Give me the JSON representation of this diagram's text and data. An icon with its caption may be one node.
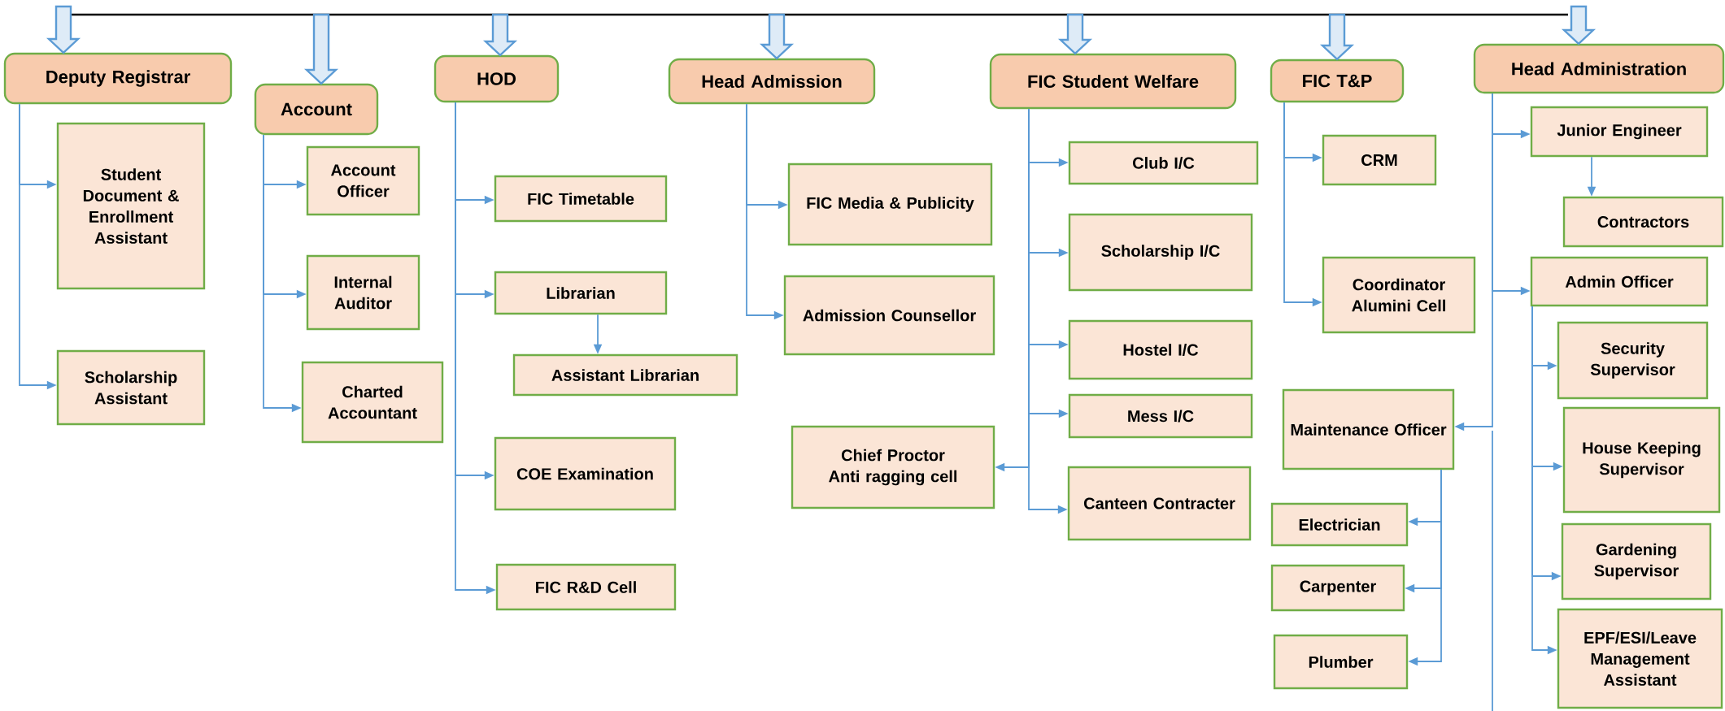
{
  "diagram": {
    "nodes": [
      {
        "text": [
          "Deputy Registrar"
        ]
      },
      {
        "text": [
          "Account"
        ]
      },
      {
        "text": [
          "HOD"
        ]
      },
      {
        "text": [
          "Head Admission"
        ]
      },
      {
        "text": [
          "FIC Student Welfare"
        ]
      },
      {
        "text": [
          "FIC T&P"
        ]
      },
      {
        "text": [
          "Head Administration"
        ]
      },
      {
        "text": [
          "Student Document & Enrollment Assistant"
        ]
      },
      {
        "text": [
          "Scholarship Assistant"
        ]
      },
      {
        "text": [
          "Account Officer"
        ]
      },
      {
        "text": [
          "Internal Auditor"
        ]
      },
      {
        "text": [
          "Charted Accountant"
        ]
      },
      {
        "text": [
          "FIC Timetable"
        ]
      },
      {
        "text": [
          "Librarian"
        ]
      },
      {
        "text": [
          "Assistant Librarian"
        ]
      },
      {
        "text": [
          "COE Examination"
        ]
      },
      {
        "text": [
          "FIC R&D Cell"
        ]
      },
      {
        "text": [
          "FIC Media & Publicity"
        ]
      },
      {
        "text": [
          "Admission Counsellor"
        ]
      },
      {
        "text": [
          "Club I/C"
        ]
      },
      {
        "text": [
          "Scholarship I/C"
        ]
      },
      {
        "text": [
          "Hostel I/C"
        ]
      },
      {
        "text": [
          "Mess I/C"
        ]
      },
      {
        "text": [
          "Canteen Contracter"
        ]
      },
      {
        "text": [
          "Chief Proctor Anti ragging cell"
        ]
      },
      {
        "text": [
          "CRM"
        ]
      },
      {
        "text": [
          "Coordinator Alumini Cell"
        ]
      },
      {
        "text": [
          "Junior Engineer"
        ]
      },
      {
        "text": [
          "Contractors"
        ]
      },
      {
        "text": [
          "Admin Officer"
        ]
      },
      {
        "text": [
          "Security Supervisor"
        ]
      },
      {
        "text": [
          "House Keeping Supervisor"
        ]
      },
      {
        "text": [
          "Gardening Supervisor"
        ]
      },
      {
        "text": [
          "EPF/ESI/Leave Management Assistant"
        ]
      },
      {
        "text": [
          "Maintenance Officer"
        ]
      },
      {
        "text": [
          "Electrician"
        ]
      },
      {
        "text": [
          "Carpenter"
        ]
      },
      {
        "text": [
          "Plumber"
        ]
      }
    ],
    "edges": [
      {
        "from": null,
        "to": 0,
        "arrow": "to",
        "style": "thick"
      },
      {
        "from": null,
        "to": 1,
        "arrow": "to",
        "style": "thick"
      },
      {
        "from": null,
        "to": 2,
        "arrow": "to",
        "style": "thick"
      },
      {
        "from": null,
        "to": 3,
        "arrow": "to",
        "style": "thick"
      },
      {
        "from": null,
        "to": 4,
        "arrow": "to",
        "style": "thick"
      },
      {
        "from": null,
        "to": 5,
        "arrow": "to",
        "style": "thick"
      },
      {
        "from": null,
        "to": 6,
        "arrow": "to",
        "style": "thick"
      },
      {
        "from": 0,
        "to": 7,
        "arrow": "to",
        "color": "#5b9bd5"
      },
      {
        "from": 0,
        "to": 8,
        "arrow": "to",
        "color": "#5b9bd5"
      },
      {
        "from": 1,
        "to": 9,
        "arrow": "to",
        "color": "#5b9bd5"
      },
      {
        "from": 1,
        "to": 10,
        "arrow": "to",
        "color": "#5b9bd5"
      },
      {
        "from": 1,
        "to": 11,
        "arrow": "to",
        "color": "#5b9bd5"
      },
      {
        "from": 2,
        "to": 12,
        "arrow": "to",
        "color": "#5b9bd5"
      },
      {
        "from": 2,
        "to": 13,
        "arrow": "to",
        "color": "#5b9bd5"
      },
      {
        "from": 13,
        "to": 14,
        "arrow": "to",
        "color": "#5b9bd5"
      },
      {
        "from": 2,
        "to": 15,
        "arrow": "to",
        "color": "#5b9bd5"
      },
      {
        "from": 2,
        "to": 16,
        "arrow": "to",
        "color": "#5b9bd5"
      },
      {
        "from": 3,
        "to": 17,
        "arrow": "to",
        "color": "#5b9bd5"
      },
      {
        "from": 3,
        "to": 18,
        "arrow": "to",
        "color": "#5b9bd5"
      },
      {
        "from": 4,
        "to": 19,
        "arrow": "to",
        "color": "#5b9bd5"
      },
      {
        "from": 4,
        "to": 20,
        "arrow": "to",
        "color": "#5b9bd5"
      },
      {
        "from": 4,
        "to": 21,
        "arrow": "to",
        "color": "#5b9bd5"
      },
      {
        "from": 4,
        "to": 22,
        "arrow": "to",
        "color": "#5b9bd5"
      },
      {
        "from": 4,
        "to": 23,
        "arrow": "to",
        "color": "#5b9bd5"
      },
      {
        "from": 4,
        "to": 24,
        "arrow": "to",
        "color": "#5b9bd5"
      },
      {
        "from": 5,
        "to": 25,
        "arrow": "to",
        "color": "#5b9bd5"
      },
      {
        "from": 5,
        "to": 26,
        "arrow": "to",
        "color": "#5b9bd5"
      },
      {
        "from": 6,
        "to": 27,
        "arrow": "to",
        "color": "#5b9bd5"
      },
      {
        "from": 27,
        "to": 28,
        "arrow": "to",
        "color": "#5b9bd5"
      },
      {
        "from": 6,
        "to": 29,
        "arrow": "to",
        "color": "#5b9bd5"
      },
      {
        "from": 29,
        "to": 30,
        "arrow": "to",
        "color": "#5b9bd5"
      },
      {
        "from": 29,
        "to": 31,
        "arrow": "to",
        "color": "#5b9bd5"
      },
      {
        "from": 29,
        "to": 32,
        "arrow": "to",
        "color": "#5b9bd5"
      },
      {
        "from": 29,
        "to": 33,
        "arrow": "to",
        "color": "#5b9bd5"
      },
      {
        "from": 6,
        "to": 34,
        "arrow": "to",
        "color": "#5b9bd5"
      },
      {
        "from": 34,
        "to": 35,
        "arrow": "to",
        "color": "#5b9bd5"
      },
      {
        "from": 34,
        "to": 36,
        "arrow": "to",
        "color": "#5b9bd5"
      },
      {
        "from": 34,
        "to": 37,
        "arrow": "to",
        "color": "#5b9bd5"
      }
    ]
  }
}
